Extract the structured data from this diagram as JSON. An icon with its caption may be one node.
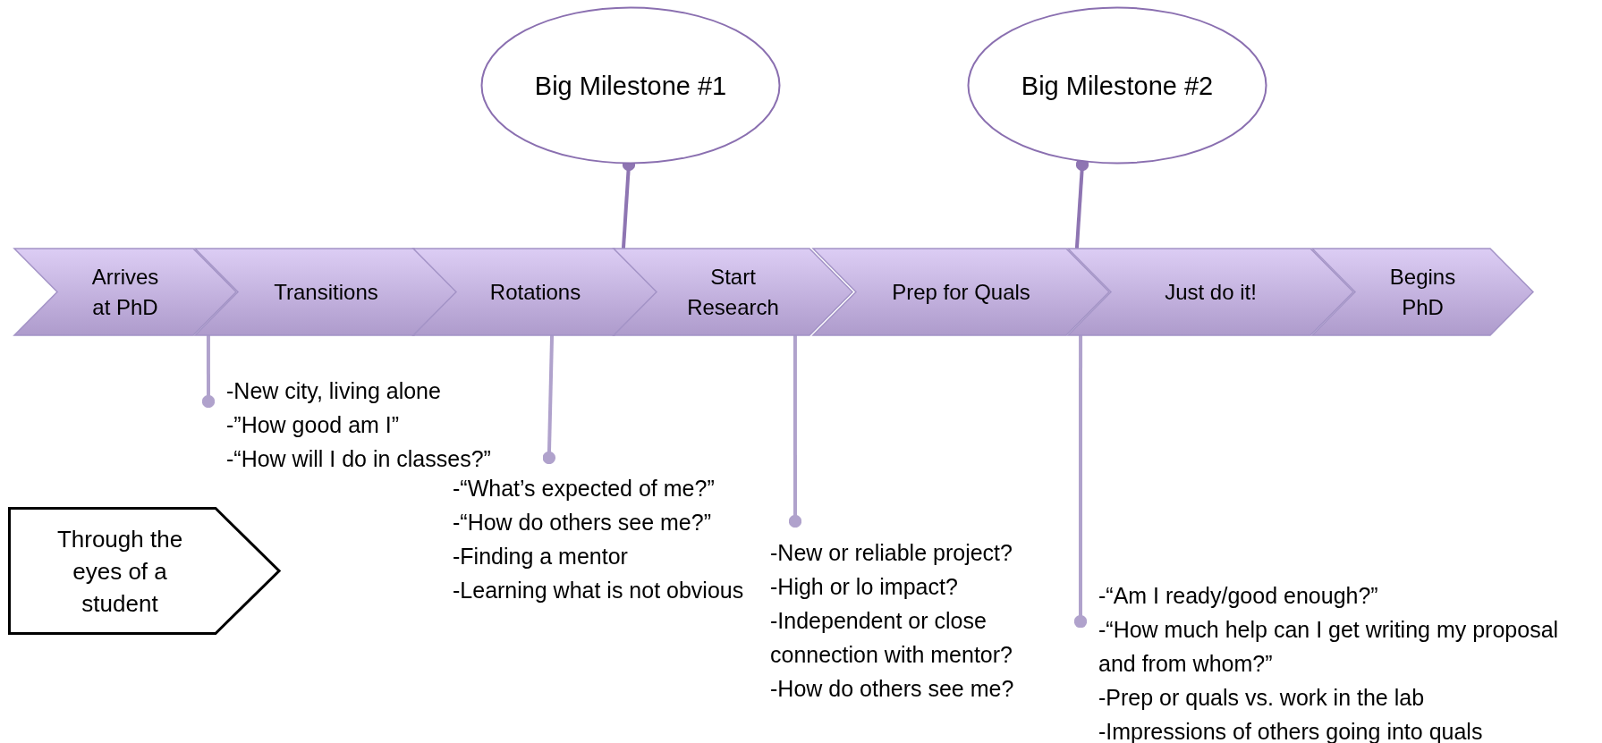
{
  "diagram": {
    "nodes": [
      {
        "text": [
          "Big Milestone #1"
        ]
      },
      {
        "text": [
          "Big Milestone #2"
        ]
      },
      {
        "text": [
          "Arrives at PhD"
        ]
      },
      {
        "text": [
          "Transitions"
        ]
      },
      {
        "text": [
          "Rotations"
        ]
      },
      {
        "text": [
          "Start Research"
        ]
      },
      {
        "text": [
          "Prep for Quals"
        ]
      },
      {
        "text": [
          "Just do it!"
        ]
      },
      {
        "text": [
          "Begins PhD"
        ]
      },
      {
        "text": [
          "-New city, living alone",
          "-”How good am I”",
          "-“How will I do in classes?”"
        ]
      },
      {
        "text": [
          "-“What’s expected of me?”",
          "-“How do others see me?”",
          "-Finding a mentor",
          "-Learning what is not obvious"
        ]
      },
      {
        "text": [
          "-New or reliable project?",
          "-High or lo impact?",
          "-Independent or close connection with mentor?",
          "-How do others see me?"
        ]
      },
      {
        "text": [
          "-“Am I ready/good enough?”",
          "-“How much help can I get writing my proposal and from whom?”",
          "-Prep or quals vs. work in the lab",
          "-Impressions of others going into quals"
        ]
      },
      {
        "text": [
          "Through the eyes of a student"
        ]
      }
    ],
    "edges": [
      {
        "from": 0,
        "to": 5,
        "arrow": "other",
        "color": "#8e75b2"
      },
      {
        "from": 1,
        "to": 7,
        "arrow": "other",
        "color": "#8e75b2"
      },
      {
        "from": 9,
        "to": 3,
        "arrow": "other"
      },
      {
        "from": 10,
        "to": 4,
        "arrow": "other"
      },
      {
        "from": 11,
        "to": 5,
        "arrow": "other"
      },
      {
        "from": 12,
        "to": 7,
        "arrow": "other"
      }
    ]
  }
}
